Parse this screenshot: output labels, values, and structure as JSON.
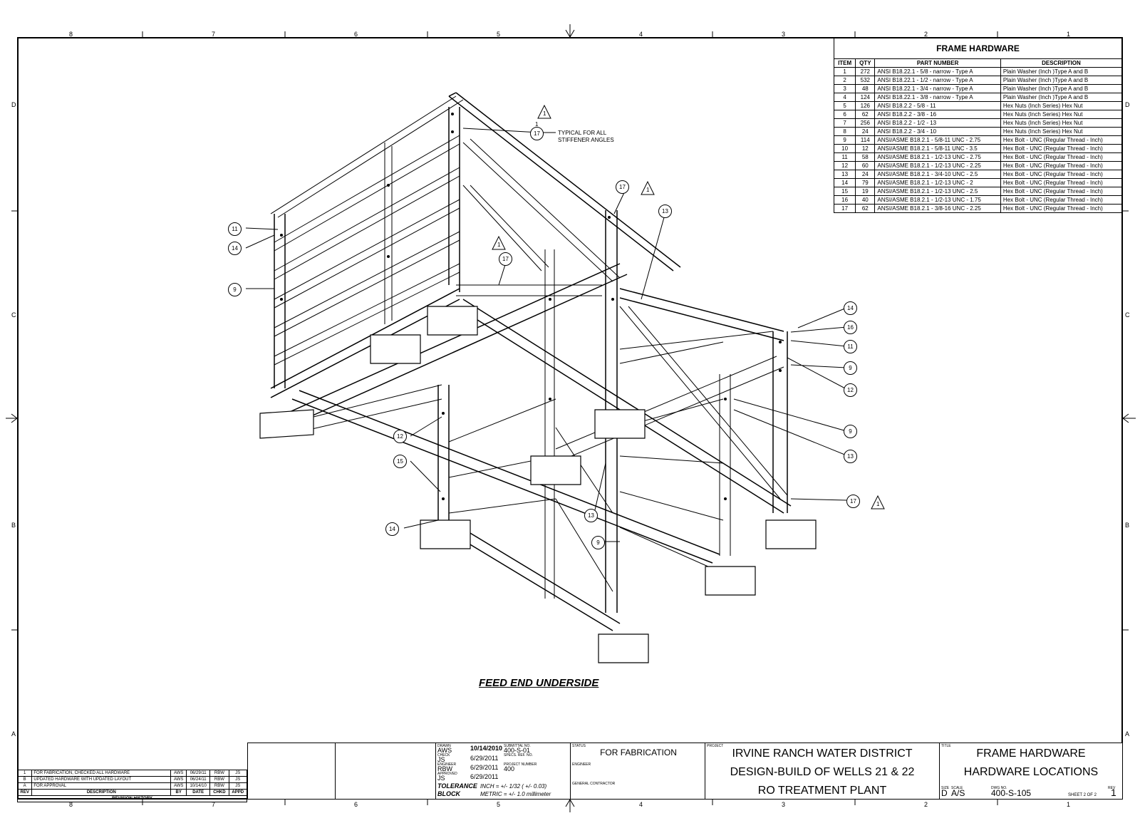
{
  "zones": {
    "columns": [
      "8",
      "7",
      "6",
      "5",
      "4",
      "3",
      "2",
      "1"
    ],
    "rows": [
      "D",
      "C",
      "B",
      "A"
    ]
  },
  "hardware_table": {
    "title": "FRAME HARDWARE",
    "headers": [
      "ITEM",
      "QTY",
      "PART NUMBER",
      "DESCRIPTION"
    ],
    "rows": [
      [
        "1",
        "272",
        "ANSI B18.22.1 - 5/8 - narrow - Type A",
        "Plain Washer (Inch )Type A and B"
      ],
      [
        "2",
        "532",
        "ANSI B18.22.1 - 1/2 - narrow - Type A",
        "Plain Washer (Inch )Type A and B"
      ],
      [
        "3",
        "48",
        "ANSI B18.22.1 - 3/4 - narrow - Type A",
        "Plain Washer (Inch )Type A and B"
      ],
      [
        "4",
        "124",
        "ANSI B18.22.1 - 3/8 - narrow - Type A",
        "Plain Washer (Inch )Type A and B"
      ],
      [
        "5",
        "126",
        "ANSI B18.2.2 - 5/8 - 11",
        "Hex Nuts (Inch Series) Hex Nut"
      ],
      [
        "6",
        "62",
        "ANSI B18.2.2 - 3/8 - 16",
        "Hex Nuts (Inch Series) Hex Nut"
      ],
      [
        "7",
        "256",
        "ANSI B18.2.2 - 1/2 - 13",
        "Hex Nuts (Inch Series) Hex Nut"
      ],
      [
        "8",
        "24",
        "ANSI B18.2.2 - 3/4 - 10",
        "Hex Nuts (Inch Series) Hex Nut"
      ],
      [
        "9",
        "114",
        "ANSI/ASME B18.2.1 - 5/8-11 UNC - 2.75",
        "Hex Bolt - UNC (Regular Thread - Inch)"
      ],
      [
        "10",
        "12",
        "ANSI/ASME B18.2.1 - 5/8-11 UNC - 3.5",
        "Hex Bolt - UNC (Regular Thread - Inch)"
      ],
      [
        "11",
        "58",
        "ANSI/ASME B18.2.1 - 1/2-13 UNC - 2.75",
        "Hex Bolt - UNC (Regular Thread - Inch)"
      ],
      [
        "12",
        "60",
        "ANSI/ASME B18.2.1 - 1/2-13 UNC - 2.25",
        "Hex Bolt - UNC (Regular Thread - Inch)"
      ],
      [
        "13",
        "24",
        "ANSI/ASME B18.2.1 - 3/4-10 UNC - 2.5",
        "Hex Bolt - UNC (Regular Thread - Inch)"
      ],
      [
        "14",
        "79",
        "ANSI/ASME B18.2.1 - 1/2-13 UNC - 2",
        "Hex Bolt - UNC (Regular Thread - Inch)"
      ],
      [
        "15",
        "19",
        "ANSI/ASME B18.2.1 - 1/2-13 UNC - 2.5",
        "Hex Bolt - UNC (Regular Thread - Inch)"
      ],
      [
        "16",
        "40",
        "ANSI/ASME B18.2.1 - 1/2-13 UNC - 1.75",
        "Hex Bolt - UNC (Regular Thread - Inch)"
      ],
      [
        "17",
        "62",
        "ANSI/ASME B18.2.1 - 3/8-16 UNC - 2.25",
        "Hex Bolt - UNC (Regular Thread - Inch)"
      ]
    ]
  },
  "callouts": [
    "17",
    "17",
    "13",
    "17",
    "11",
    "14",
    "9",
    "14",
    "16",
    "11",
    "9",
    "12",
    "9",
    "13",
    "12",
    "15",
    "13",
    "14",
    "9",
    "17"
  ],
  "revision_marks": [
    "1",
    "1",
    "1",
    "1",
    "1"
  ],
  "note_text": "TYPICAL FOR ALL\nSTIFFENER ANGLES",
  "view_title": "FEED END UNDERSIDE",
  "revision_history": {
    "rows": [
      [
        "1",
        "FOR FABRICATION, CHECKED ALL HARDWARE",
        "AWS",
        "06/29/11",
        "RBW",
        "JS"
      ],
      [
        "B",
        "UPDATED HARDWARE WITH UPDATED LAYOUT",
        "AWS",
        "06/24/11",
        "RBW",
        "JS"
      ],
      [
        "A",
        "FOR APPROVAL",
        "AWS",
        "10/14/10",
        "RBW",
        "JS"
      ]
    ],
    "headers": [
      "REV",
      "DESCRIPTION",
      "BY",
      "DATE",
      "CHKD",
      "APPD"
    ],
    "title": "REVISION HISTORY"
  },
  "title_block": {
    "drawn_label": "DRAWN",
    "drawn_by": "AWS",
    "drawn_date": "10/14/2010",
    "check_label": "CHECK",
    "check_by": "JS",
    "check_date": "6/29/2011",
    "engineer_label": "ENGINEER",
    "engineer_by": "RBW",
    "engineer_date": "6/29/2011",
    "approved_label": "APPROVED",
    "approved_by": "JS",
    "approved_date": "6/29/2011",
    "submittal_label": "SUBMITTAL NO.",
    "submittal_no": "400-S-01",
    "spec_label": "SPECS. REF. NO.",
    "project_number_label": "PROJECT NUMBER",
    "project_number": "400",
    "tolerance_label": "TOLERANCE\nBLOCK",
    "tolerance_inch": "INCH = +/- 1/32 ( +/- 0.03)",
    "tolerance_metric": "METRIC = +/- 1.0 millimeter",
    "status_label": "STATUS",
    "status": "FOR FABRICATION",
    "engineer_field_label": "ENGINEER",
    "gc_label": "GENERAL CONTRACTOR",
    "project_label": "PROJECT",
    "project_line1": "IRVINE RANCH WATER DISTRICT",
    "project_line2": "DESIGN-BUILD OF WELLS 21 & 22",
    "project_line3": "RO TREATMENT PLANT",
    "title_label": "TITLE",
    "title_line1": "FRAME HARDWARE",
    "title_line2": "HARDWARE LOCATIONS",
    "size_label": "SIZE",
    "size": "D",
    "scale_label": "SCALE",
    "scale": "A/S",
    "dwg_label": "DWG NO.",
    "dwg_no": "400-S-105",
    "rev_label": "REV",
    "rev": "1",
    "sheet_text": "SHEET 2  OF 2"
  }
}
